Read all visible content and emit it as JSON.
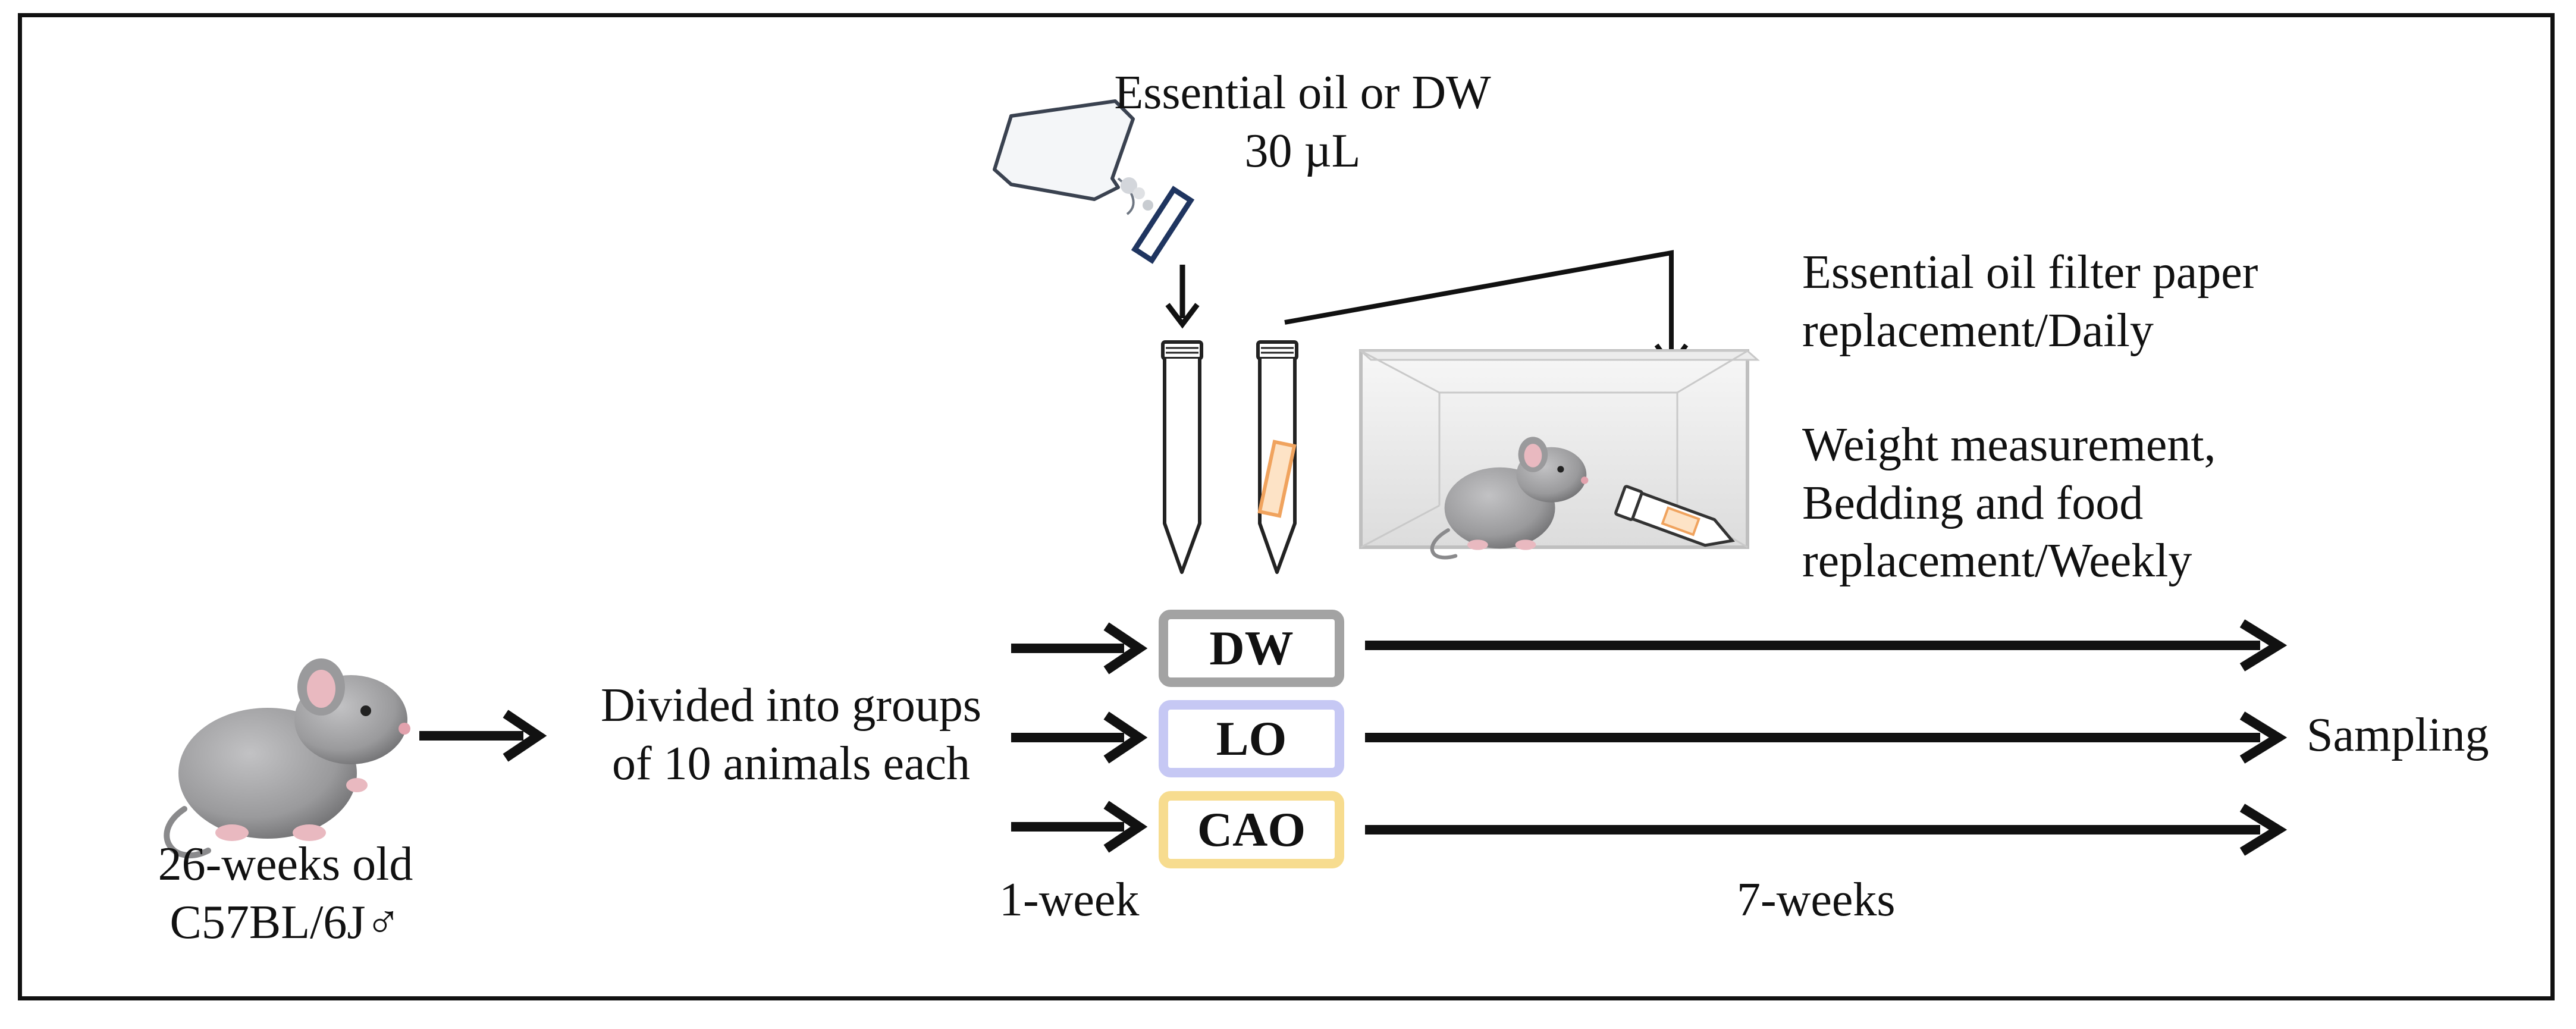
{
  "dose": {
    "line1": "Essential oil or DW",
    "line2": "30 µL"
  },
  "start": {
    "age": "26-weeks old",
    "strain": "C57BL/6J♂"
  },
  "division": {
    "line1": "Divided into groups",
    "line2": "of 10 animals each"
  },
  "groups": [
    {
      "label": "DW",
      "border_color": "#a3a3a3"
    },
    {
      "label": "LO",
      "border_color": "#c6c8f4"
    },
    {
      "label": "CAO",
      "border_color": "#f7dc8f"
    }
  ],
  "durations": {
    "acclimation": "1-week",
    "treatment": "7-weeks"
  },
  "endpoint": "Sampling",
  "notes": {
    "filter_line1": "Essential oil filter paper",
    "filter_line2": "replacement/Daily",
    "weekly_line1": "Weight measurement,",
    "weekly_line2": "Bedding and food",
    "weekly_line3": "replacement/Weekly"
  },
  "colors": {
    "filter_paper": "#f7b77a",
    "mouse_body": "#9a9a9c",
    "ink": "#111111"
  },
  "icons": [
    "mouse-icon",
    "oil-bottle-icon",
    "filter-paper-icon",
    "conical-tube-icon",
    "cage-icon"
  ]
}
